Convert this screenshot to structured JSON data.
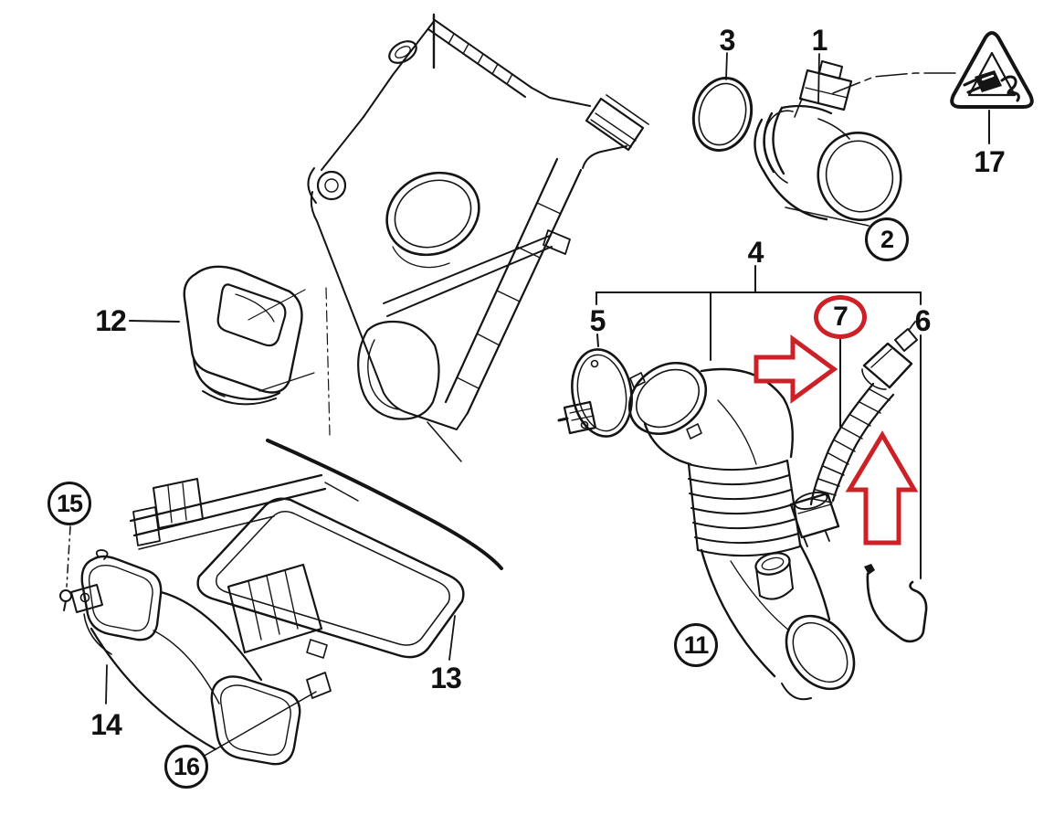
{
  "diagram": {
    "type": "exploded-parts-diagram",
    "subject": "engine air intake system with mass air flow sensor",
    "background_color": "#ffffff",
    "line_color": "#141414",
    "highlight_color": "#cc2127"
  },
  "callouts": [
    {
      "label": "1",
      "style": "plain",
      "part": "mass-air-flow-sensor"
    },
    {
      "label": "2",
      "style": "circled",
      "part": "clamp-at-maf-sensor"
    },
    {
      "label": "3",
      "style": "plain",
      "part": "o-ring-seal"
    },
    {
      "label": "4",
      "style": "plain",
      "part": "intake-hose-assembly-group"
    },
    {
      "label": "5",
      "style": "plain",
      "part": "hose-clamp"
    },
    {
      "label": "6",
      "style": "plain",
      "part": "retaining-clip"
    },
    {
      "label": "7",
      "style": "red-circled",
      "part": "corrugated-vent-hose"
    },
    {
      "label": "11",
      "style": "circled",
      "part": "intake-elbow-boot"
    },
    {
      "label": "12",
      "style": "plain",
      "part": "intake-air-scoop"
    },
    {
      "label": "13",
      "style": "plain",
      "part": "air-filter-housing-lower-cover"
    },
    {
      "label": "14",
      "style": "plain",
      "part": "lower-intake-air-duct"
    },
    {
      "label": "15",
      "style": "circled",
      "part": "mounting-bolt"
    },
    {
      "label": "16",
      "style": "circled",
      "part": "intake-duct-outlet"
    },
    {
      "label": "17",
      "style": "plain",
      "part": "electrical-connector-warning-symbol"
    }
  ],
  "annotations": {
    "red_circle_around_label": "7",
    "red_arrows": [
      {
        "direction": "right",
        "points_at": "corrugated-vent-hose"
      },
      {
        "direction": "up",
        "points_at": "corrugated-vent-hose"
      }
    ],
    "warning_triangle_icon": "electrical-plug-warning-icon"
  }
}
